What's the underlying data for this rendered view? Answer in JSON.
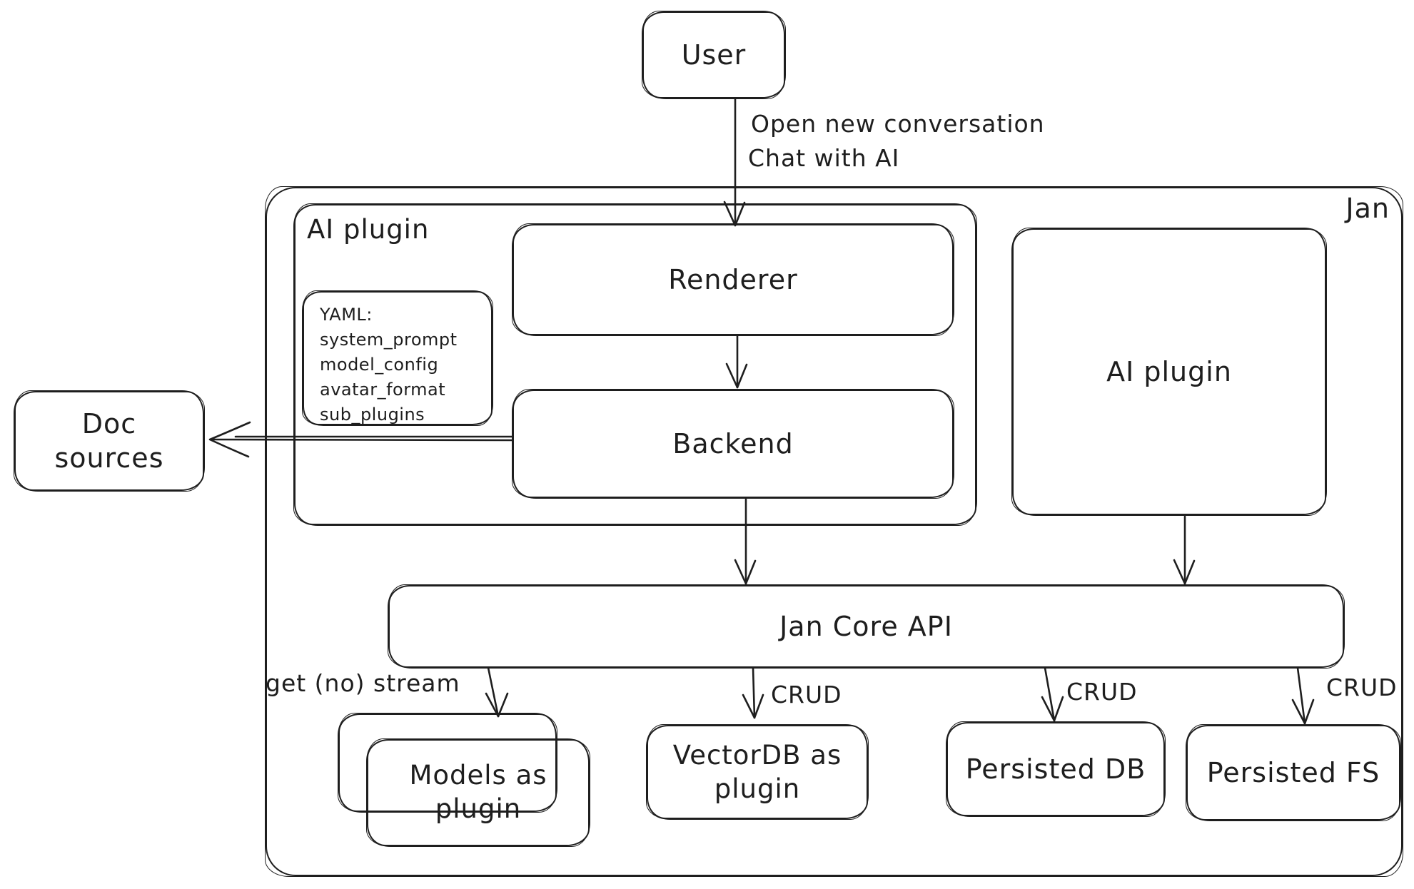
{
  "colors": {
    "stroke": "#1e1e1e",
    "background": "#ffffff"
  },
  "nodes": {
    "user": {
      "label": "User"
    },
    "jan_container": {
      "label": "Jan"
    },
    "ai_plugin_container": {
      "label": "AI plugin"
    },
    "renderer": {
      "label": "Renderer"
    },
    "backend": {
      "label": "Backend"
    },
    "yaml_note": {
      "lines": [
        "YAML:",
        "system_prompt",
        "model_config",
        "avatar_format",
        "sub_plugins"
      ]
    },
    "doc_sources": {
      "label": "Doc sources"
    },
    "ai_plugin": {
      "label": "AI plugin"
    },
    "jan_core_api": {
      "label": "Jan Core API"
    },
    "models_as_plugin": {
      "label": "Models as plugin"
    },
    "vectordb_as_plugin": {
      "label": "VectorDB as plugin"
    },
    "persisted_db": {
      "label": "Persisted DB"
    },
    "persisted_fs": {
      "label": "Persisted FS"
    }
  },
  "edge_labels": {
    "user_action_line1": "Open new conversation",
    "user_action_line2": "Chat with AI",
    "models_stream": "get (no) stream",
    "vectordb_crud": "CRUD",
    "persisted_db_crud": "CRUD",
    "persisted_fs_crud": "CRUD"
  }
}
